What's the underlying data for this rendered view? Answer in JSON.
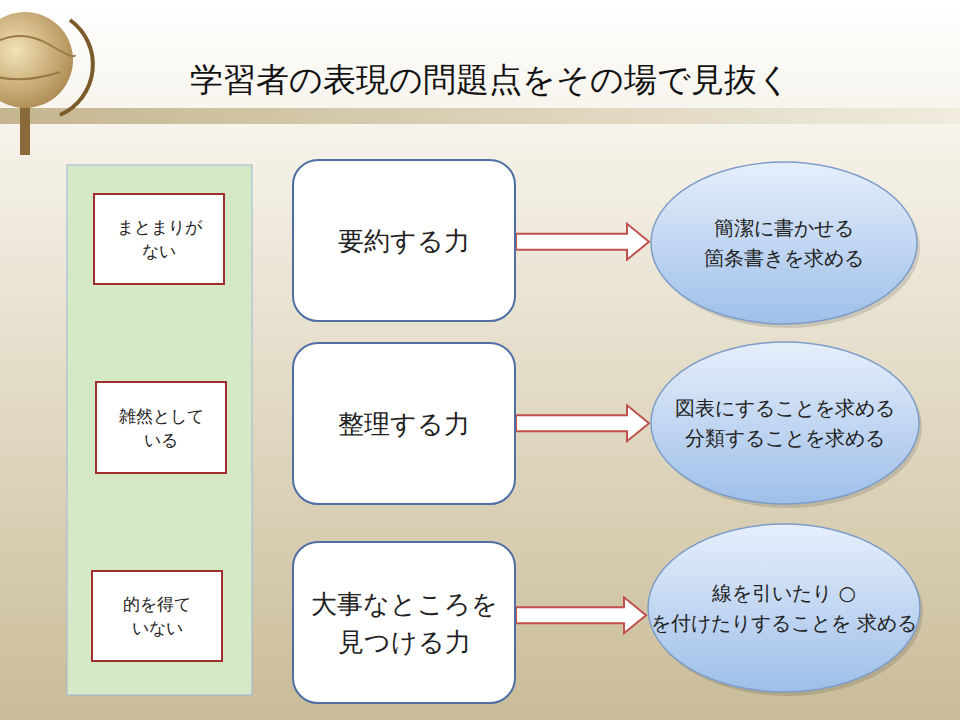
{
  "diagram": {
    "title": "学習者の表現の問題点をその場で見抜く",
    "nodes": [
      {
        "text": [
          "まとまりが ない"
        ]
      },
      {
        "text": [
          "要約する力"
        ]
      },
      {
        "text": [
          "簡潔に書かせる 箇条書きを求める"
        ]
      },
      {
        "text": [
          "雑然として いる"
        ]
      },
      {
        "text": [
          "整理する力"
        ]
      },
      {
        "text": [
          "図表にすることを求める 分類することを求める"
        ]
      },
      {
        "text": [
          "的を得て いない"
        ]
      },
      {
        "text": [
          "大事なところを 見つける力"
        ]
      },
      {
        "text": [
          "線を引いたり ○を付けたりすることを 求める"
        ]
      }
    ],
    "edges": [
      {
        "from": 1,
        "to": 2,
        "arrow": "to"
      },
      {
        "from": 4,
        "to": 5,
        "arrow": "to"
      },
      {
        "from": 7,
        "to": 8,
        "arrow": "to"
      }
    ]
  }
}
